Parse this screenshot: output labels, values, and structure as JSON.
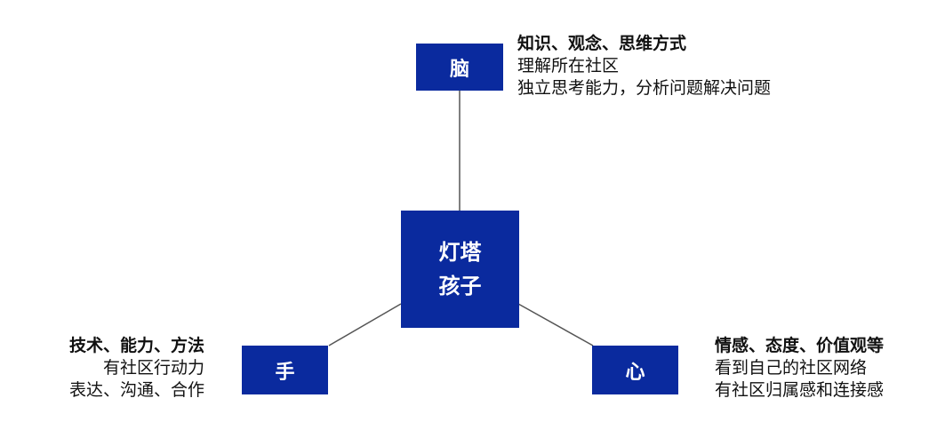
{
  "nodes": {
    "top": {
      "label": "脑"
    },
    "center": {
      "line1": "灯塔",
      "line2": "孩子"
    },
    "left": {
      "label": "手"
    },
    "right": {
      "label": "心"
    }
  },
  "annotations": {
    "top": {
      "heading": "知识、观念、思维方式",
      "lines": [
        "理解所在社区",
        "独立思考能力，分析问题解决问题"
      ]
    },
    "left": {
      "heading": "技术、能力、方法",
      "lines": [
        "有社区行动力",
        "表达、沟通、合作"
      ]
    },
    "right": {
      "heading": "情感、态度、价值观等",
      "lines": [
        "看到自己的社区网络",
        "有社区归属感和连接感"
      ]
    }
  },
  "colors": {
    "node_fill": "#0a2a9e",
    "node_text": "#ffffff",
    "connector": "#555555",
    "annotation_text": "#111111"
  }
}
